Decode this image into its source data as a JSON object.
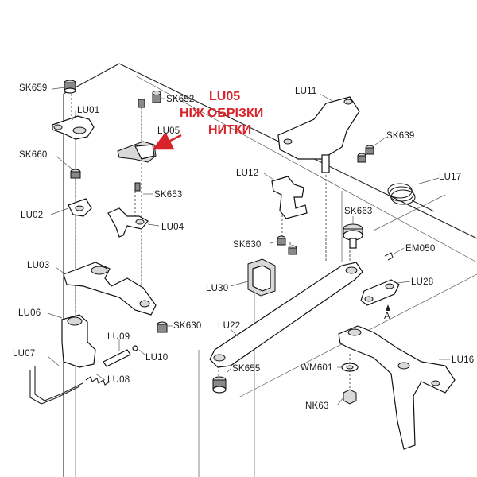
{
  "callout": {
    "code": "LU05",
    "line1": "НІЖ ОБРІЗКИ",
    "line2": "НИТКИ",
    "color": "#d8232a"
  },
  "labels": {
    "SK659": "SK659",
    "LU01": "LU01",
    "SK652": "SK652",
    "LU05": "LU05",
    "SK660": "SK660",
    "SK653": "SK653",
    "LU02": "LU02",
    "LU04": "LU04",
    "LU03": "LU03",
    "LU06": "LU06",
    "SK630a": "SK630",
    "LU09": "LU09",
    "LU10": "LU10",
    "LU07": "LU07",
    "LU08": "LU08",
    "LU11": "LU11",
    "SK639": "SK639",
    "LU12": "LU12",
    "LU17": "LU17",
    "SK663": "SK663",
    "SK630b": "SK630",
    "EM050": "EM050",
    "LU30": "LU30",
    "LU28": "LU28",
    "LU22": "LU22",
    "A": "A",
    "SK655": "SK655",
    "WM601": "WM601",
    "LU16": "LU16",
    "NK63": "NK63"
  }
}
